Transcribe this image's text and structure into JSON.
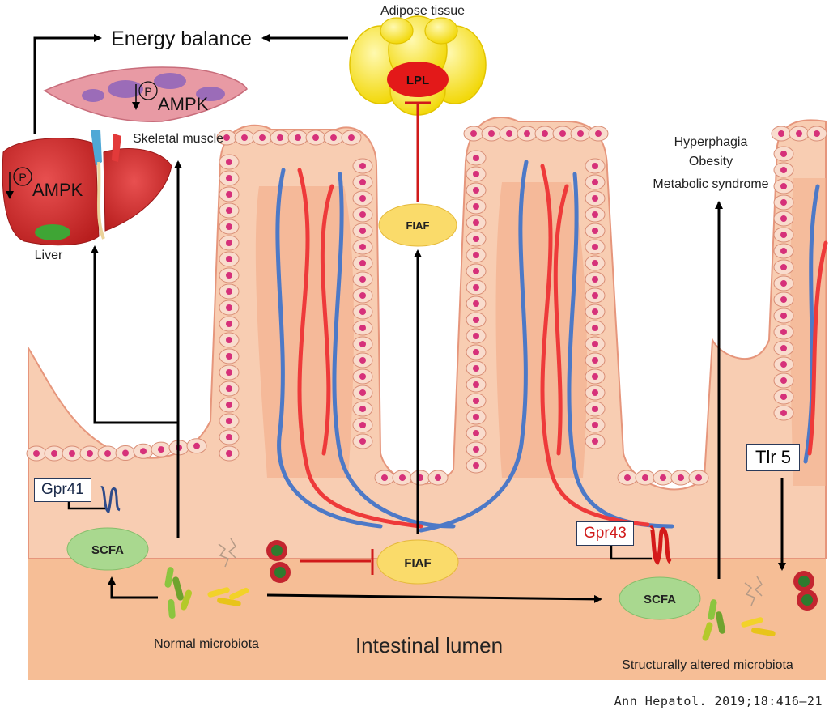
{
  "title": "Energy balance",
  "labels": {
    "adipose": "Adipose tissue",
    "lpl": "LPL",
    "skeletal_muscle": "Skeletal muscle",
    "liver": "Liver",
    "ampk_muscle": "AMPK",
    "ampk_liver": "AMPK",
    "phospho": "P",
    "fiaf_top": "FIAF",
    "fiaf_bottom": "FIAF",
    "outcome_1": "Hyperphagia",
    "outcome_2": "Obesity",
    "outcome_3": "Metabolic syndrome",
    "gpr41": "Gpr41",
    "gpr43": "Gpr43",
    "tlr5": "Tlr 5",
    "scfa_left": "SCFA",
    "scfa_right": "SCFA",
    "normal_microbiota": "Normal microbiota",
    "intestinal_lumen": "Intestinal lumen",
    "altered_microbiota": "Structurally altered microbiota"
  },
  "citation": "Ann Hepatol. 2019;18:416–21",
  "colors": {
    "lumen": "#F6BE96",
    "tissue": "#F9D2B8",
    "villus_border": "#E07A6C",
    "cell": "#F9D8C9",
    "nucleus": "#D6317A",
    "artery": "#EE3A3A",
    "vein": "#4D79C7",
    "adipose": "#F6E33A",
    "lpl": "#E31919",
    "fiaf": "#FADB6A",
    "scfa": "#A9D88F",
    "muscle": "#E89AA4",
    "liver": "#D93030",
    "inhibit": "#D01A1A",
    "arrow": "#000000"
  }
}
